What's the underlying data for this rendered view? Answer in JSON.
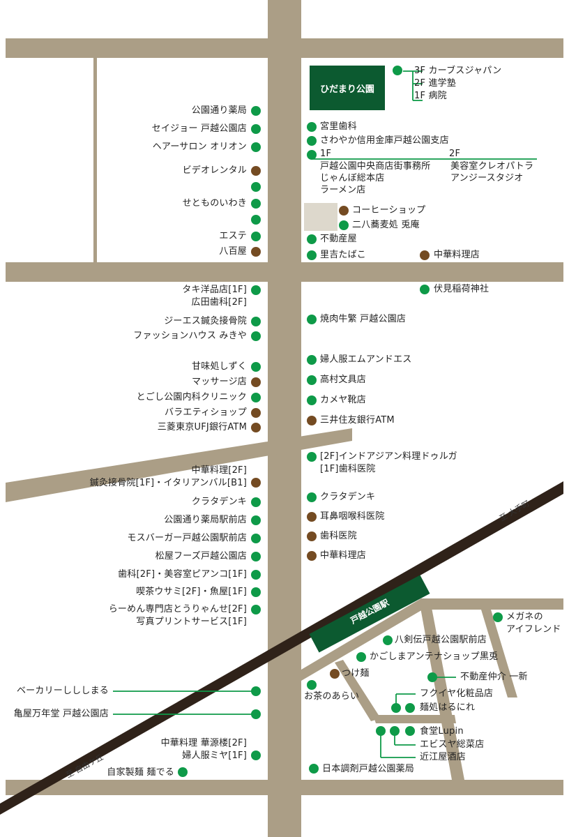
{
  "colors": {
    "road": "#ab9e86",
    "rail": "#2f2219",
    "station": "#0c5a30",
    "shop_green": "#0e9a48",
    "shop_brown": "#744b22",
    "block": "#ddd8cc",
    "line": "#0e9a48"
  },
  "park": {
    "name": "ひだまり公園",
    "floors": [
      "3F カーブスジャパン",
      "2F 進学塾",
      "1F 病院"
    ]
  },
  "station": {
    "name": "戸越公園駅"
  },
  "directions": {
    "north_east": "至 大手町",
    "south_west": "至 自由ケ丘"
  },
  "right_top": {
    "clinic": "宮里歯科",
    "bank": "さわやか信用金庫戸越公園支店",
    "floor1_header": "1F",
    "floor2_header": "2F",
    "floor1_shops": [
      "戸越公園中央商店街事務所",
      "じゃんぼ総本店",
      "ラーメン店"
    ],
    "floor2_shops": [
      "美容室クレオパトラ",
      "アンジースタジオ"
    ],
    "coffee": "コーヒーショップ",
    "soba": "二八蕎麦処 兎庵",
    "realty": "不動産屋",
    "tobacco": "里吉たばこ",
    "chinese": "中華料理店"
  },
  "left_top": [
    "公園通り薬局",
    "セイジョー 戸越公園店",
    "ヘアーサロン オリオン",
    "ビデオレンタル",
    "",
    "せとものいわき",
    "エステ",
    "八百屋"
  ],
  "left_mid": {
    "taki": "タキ洋品店[1F]",
    "hiroda": "広田歯科[2F]",
    "items": [
      "ジーエス鍼灸接骨院",
      "ファッションハウス みきや",
      "甘味処しずく",
      "マッサージ店",
      "とごし公園内科クリニック",
      "バラエティショップ",
      "三菱東京UFJ銀行ATM"
    ]
  },
  "right_mid": [
    "伏見稲荷神社",
    "焼肉牛繁 戸越公園店",
    "婦人服エムアンドエス",
    "高村文具店",
    "カメヤ靴店",
    "三井住友銀行ATM"
  ],
  "left_low": {
    "chinese2f": "中華料理[2F]",
    "acu": "鍼灸接骨院[1F]・イタリアンバル[B1]",
    "items": [
      "クラタデンキ",
      "公園通り薬局駅前店",
      "モスバーガー戸越公園駅前店",
      "松屋フーズ戸越公園店",
      "歯科[2F]・美容室ピアンコ[1F]",
      "喫茶ウサミ[2F]・魚屋[1F]"
    ],
    "ramen": "らーめん専門店とうりゃんせ[2F]",
    "photo": "写真プリントサービス[1F]"
  },
  "right_low": {
    "indian": "[2F]インドアジアン料理ドゥルガ",
    "dental1f": "[1F]歯科医院",
    "items": [
      "クラタデンキ",
      "耳鼻咽喉科医院",
      "歯科医院",
      "中華料理店"
    ]
  },
  "bottom_left": {
    "bakery": "ベーカリーしししまる",
    "kameya": "亀屋万年堂 戸越公園店",
    "chinese": "中華料理 華源楼[2F]",
    "ladies": "婦人服ミヤ[1F]",
    "noodle": "自家製麺 麺でる"
  },
  "bottom_right": {
    "megane1": "メガネの",
    "megane2": "アイフレンド",
    "hakken": "八剣伝戸越公園駅前店",
    "kagoshima": "かごしまアンテナショップ黒兎",
    "tsukemen": "つけ麺",
    "ocha": "お茶のあらい",
    "realty": "不動産仲介 一新",
    "cosme": "フクイヤ化粧品店",
    "menhaha": "麺処はるにれ",
    "lupin": "食堂Lupin",
    "ebisu": "エビスヤ総菜店",
    "omiya": "近江屋酒店",
    "pharmacy": "日本調剤戸越公園薬局"
  }
}
